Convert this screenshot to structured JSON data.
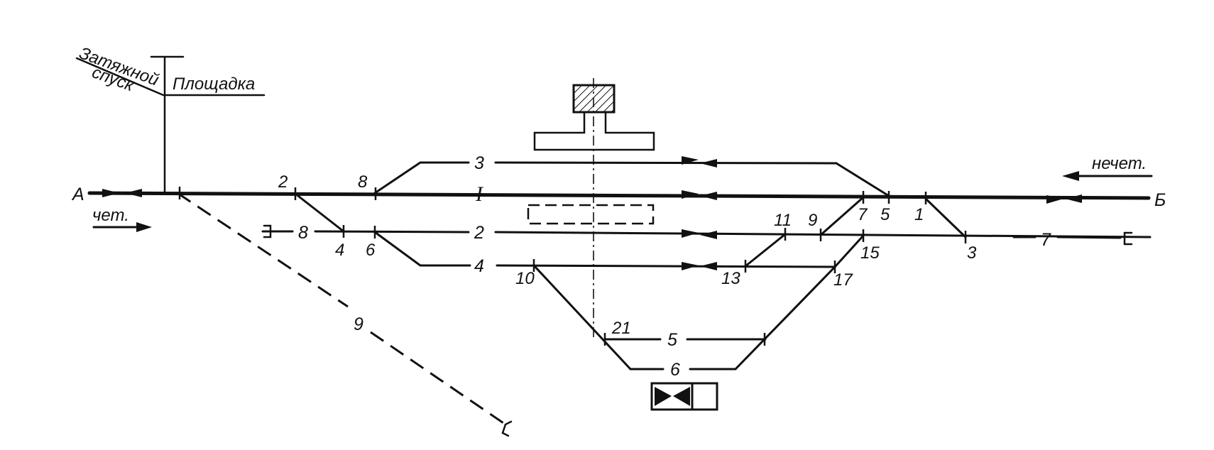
{
  "diagram": {
    "area_labels": {
      "drag_slope": [
        "Затяжной",
        "спуск"
      ],
      "platform": "Площадка"
    },
    "station_ends": {
      "a": "А",
      "b": "Б"
    },
    "directions": {
      "even": "чет.",
      "odd": "нечет."
    },
    "tracks": {
      "main": "I",
      "t2": "2",
      "t3": "3",
      "t4": "4",
      "t5": "5",
      "t6": "6",
      "t7": "7",
      "t8": "8",
      "t9": "9"
    },
    "switches": [
      "2",
      "8",
      "4",
      "6",
      "10",
      "21",
      "11",
      "9",
      "7",
      "5",
      "1",
      "3",
      "15",
      "13",
      "17"
    ]
  }
}
